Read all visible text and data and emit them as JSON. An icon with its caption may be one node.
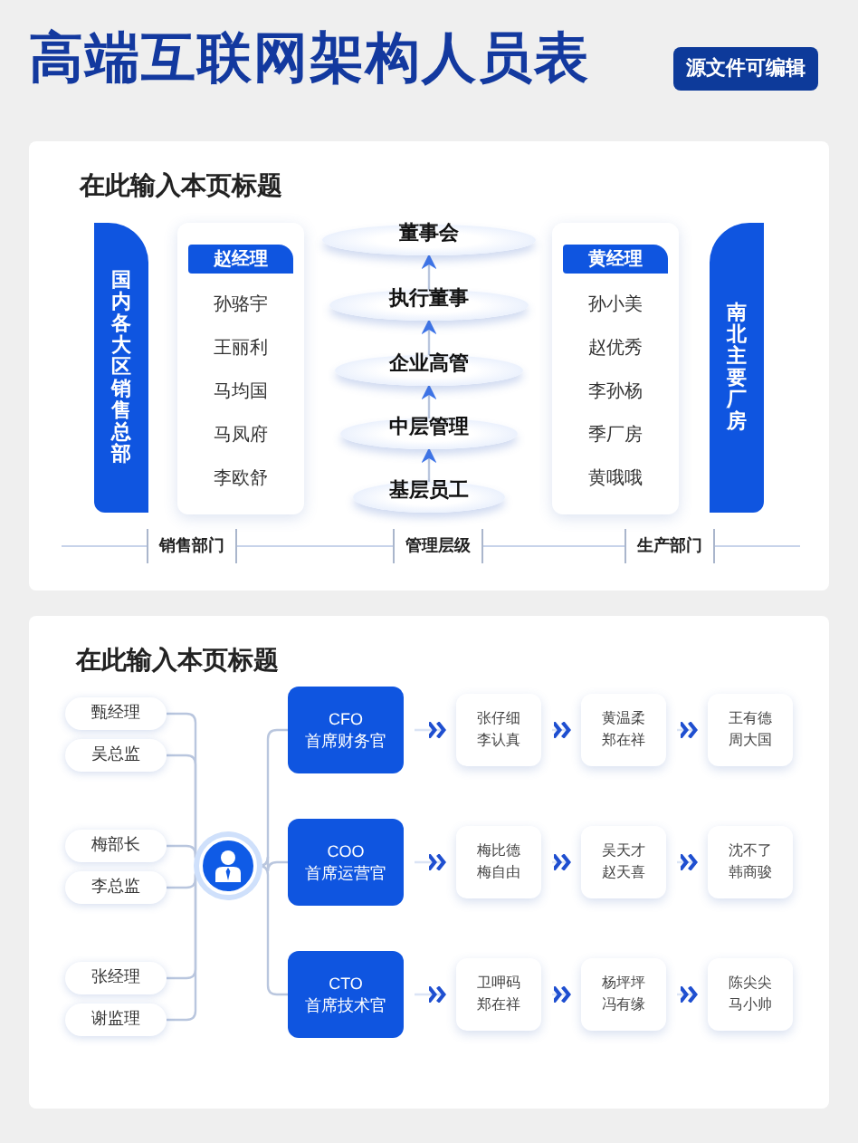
{
  "diagram": {
    "title": "高端互联网架构人员表",
    "nodes": [
      {
        "text": [
          "国内各大区销售总部"
        ]
      },
      {
        "text": [
          "赵经理",
          "孙骆宇",
          "王丽利",
          "马均国",
          "马凤府",
          "李欧舒"
        ]
      },
      {
        "text": [
          "董事会"
        ]
      },
      {
        "text": [
          "执行董事"
        ]
      },
      {
        "text": [
          "企业高管"
        ]
      },
      {
        "text": [
          "中层管理"
        ]
      },
      {
        "text": [
          "基层员工"
        ]
      },
      {
        "text": [
          "黄经理",
          "孙小美",
          "赵优秀",
          "李孙杨",
          "季厂房",
          "黄哦哦"
        ]
      },
      {
        "text": [
          "南北主要厂房"
        ]
      },
      {
        "text": [
          "甄经理"
        ]
      },
      {
        "text": [
          "吴总监"
        ]
      },
      {
        "text": [
          "梅部长"
        ]
      },
      {
        "text": [
          "李总监"
        ]
      },
      {
        "text": [
          "张经理"
        ]
      },
      {
        "text": [
          "谢监理"
        ]
      },
      {
        "text": [],
        "shape": "circle"
      },
      {
        "text": [
          "CFO",
          "首席财务官"
        ]
      },
      {
        "text": [
          "COO",
          "首席运营官"
        ]
      },
      {
        "text": [
          "CTO",
          "首席技术官"
        ]
      },
      {
        "text": [
          "张仔细",
          "李认真"
        ]
      },
      {
        "text": [
          "黄温柔",
          "郑在祥"
        ]
      },
      {
        "text": [
          "王有德",
          "周大国"
        ]
      },
      {
        "text": [
          "梅比德",
          "梅自由"
        ]
      },
      {
        "text": [
          "吴天才",
          "赵天喜"
        ]
      },
      {
        "text": [
          "沈不了",
          "韩商骏"
        ]
      },
      {
        "text": [
          "卫呷码",
          "郑在祥"
        ]
      },
      {
        "text": [
          "杨坪坪",
          "冯有缘"
        ]
      },
      {
        "text": [
          "陈尖尖",
          "马小帅"
        ]
      }
    ],
    "edges": [
      {
        "from": 6,
        "to": 5,
        "arrow": "to"
      },
      {
        "from": 5,
        "to": 4,
        "arrow": "to"
      },
      {
        "from": 4,
        "to": 3,
        "arrow": "to"
      },
      {
        "from": 3,
        "to": 2,
        "arrow": "to"
      },
      {
        "from": 9,
        "to": 15,
        "arrow": "none"
      },
      {
        "from": 10,
        "to": 15,
        "arrow": "none"
      },
      {
        "from": 11,
        "to": 15,
        "arrow": "none"
      },
      {
        "from": 12,
        "to": 15,
        "arrow": "none"
      },
      {
        "from": 13,
        "to": 15,
        "arrow": "none"
      },
      {
        "from": 14,
        "to": 15,
        "arrow": "none"
      },
      {
        "from": 15,
        "to": 16,
        "arrow": "none"
      },
      {
        "from": 15,
        "to": 17,
        "arrow": "none"
      },
      {
        "from": 15,
        "to": 18,
        "arrow": "none"
      },
      {
        "from": 16,
        "to": 19,
        "arrow": "to"
      },
      {
        "from": 19,
        "to": 20,
        "arrow": "to"
      },
      {
        "from": 20,
        "to": 21,
        "arrow": "to"
      },
      {
        "from": 17,
        "to": 22,
        "arrow": "to"
      },
      {
        "from": 22,
        "to": 23,
        "arrow": "to"
      },
      {
        "from": 23,
        "to": 24,
        "arrow": "to"
      },
      {
        "from": 18,
        "to": 25,
        "arrow": "to"
      },
      {
        "from": 25,
        "to": 26,
        "arrow": "to"
      },
      {
        "from": 26,
        "to": 27,
        "arrow": "to"
      }
    ],
    "labels": [
      "源文件可编辑",
      "在此输入本页标题",
      "销售部门",
      "管理层级",
      "生产部门",
      "在此输入本页标题"
    ]
  }
}
